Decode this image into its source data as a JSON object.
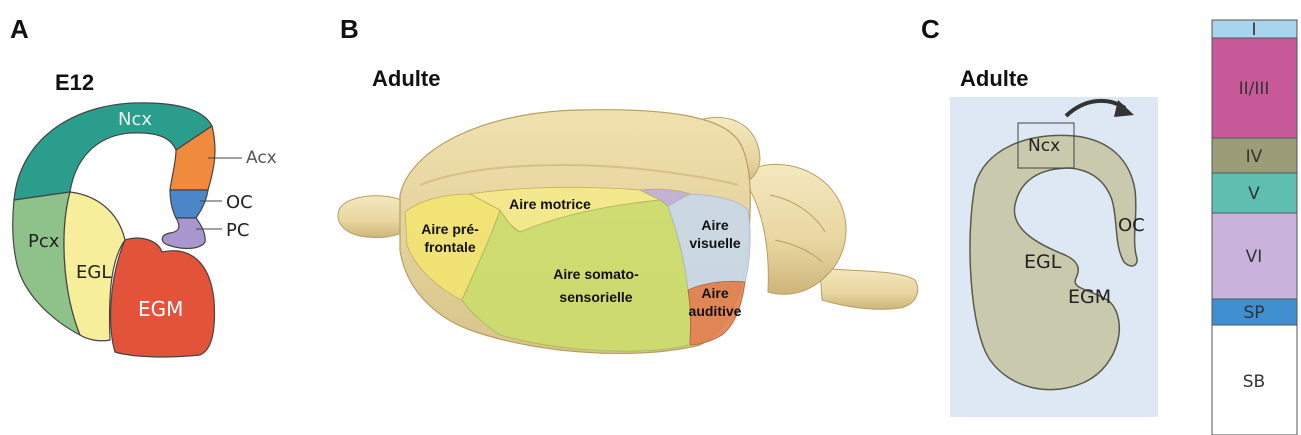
{
  "panels": {
    "a": {
      "letter": "A",
      "title": "E12",
      "labels": {
        "ncx": "Ncx",
        "acx": "Acx",
        "oc": "OC",
        "pc": "PC",
        "pcx": "Pcx",
        "egl": "EGL",
        "egm": "EGM"
      }
    },
    "b": {
      "letter": "B",
      "title": "Adulte",
      "areas": {
        "prefrontal": [
          "Aire pré-",
          "frontale"
        ],
        "motor": "Aire motrice",
        "somato": [
          "Aire somato-",
          "sensorielle"
        ],
        "visual": [
          "Aire",
          "visuelle"
        ],
        "auditory": [
          "Aire",
          "auditive"
        ]
      }
    },
    "c": {
      "letter": "C",
      "title": "Adulte",
      "labels": {
        "ncx": "Ncx",
        "oc": "OC",
        "egl": "EGL",
        "egm": "EGM"
      }
    }
  },
  "layers": [
    {
      "label": "I",
      "color": "#a8d4ee"
    },
    {
      "label": "II/III",
      "color": "#c85a9a"
    },
    {
      "label": "IV",
      "color": "#9c9c78"
    },
    {
      "label": "V",
      "color": "#5ebfb0"
    },
    {
      "label": "VI",
      "color": "#c9b3dc"
    },
    {
      "label": "SP",
      "color": "#3f8fd0"
    },
    {
      "label": "SB",
      "color": "#ffffff"
    }
  ],
  "colors": {
    "ncx": "#2a9d8c",
    "acx": "#f08a3c",
    "oc": "#4a86c8",
    "pc": "#a996cf",
    "pcx": "#8fc28a",
    "egl": "#f6ee9a",
    "egm": "#e2533a",
    "brain": "#ecdcaa",
    "panel_c_bg": "#dde8f4"
  }
}
